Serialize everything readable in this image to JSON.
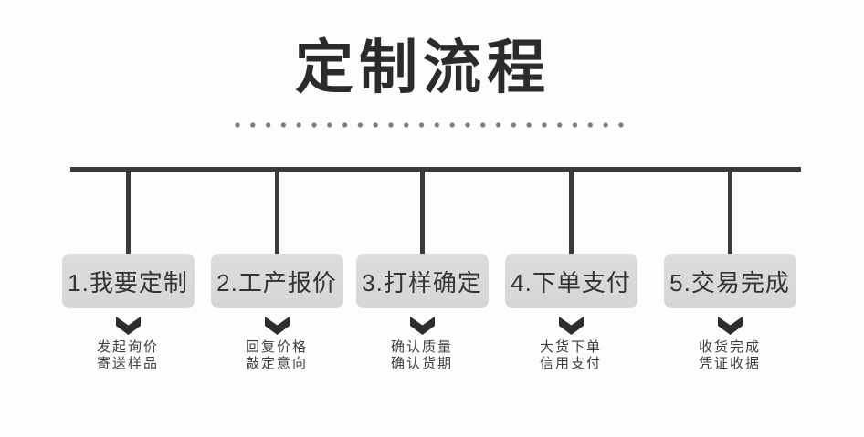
{
  "page": {
    "title": "定制流程"
  },
  "steps": [
    {
      "label": "1.我要定制",
      "captions": [
        "发起询价",
        "寄送样品"
      ]
    },
    {
      "label": "2.工产报价",
      "captions": [
        "回复价格",
        "敲定意向"
      ]
    },
    {
      "label": "3.打样确定",
      "captions": [
        "确认质量",
        "确认货期"
      ]
    },
    {
      "label": "4.下单支付",
      "captions": [
        "大货下单",
        "信用支付"
      ]
    },
    {
      "label": "5.交易完成",
      "captions": [
        "收货完成",
        "凭证收据"
      ]
    }
  ],
  "colors": {
    "background": "#fdfdfb",
    "title_text": "#2b2b2b",
    "line": "#3a3a3a",
    "dot": "#7d7d7d",
    "box_fill": "#d8d8d8",
    "box_text": "#333333",
    "arrow": "#2d2d2d",
    "caption_text": "#3d3d3d"
  }
}
